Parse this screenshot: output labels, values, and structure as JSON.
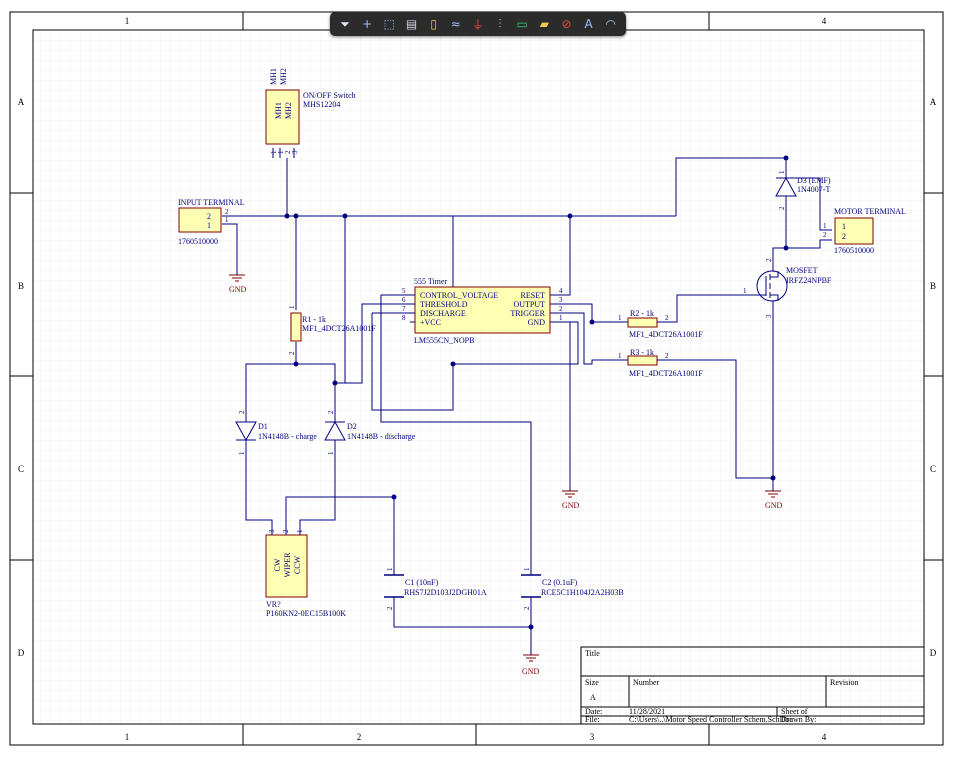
{
  "toolbar": {
    "tools": [
      {
        "name": "filter-icon",
        "glyph": "⏷"
      },
      {
        "name": "crosshair-icon",
        "glyph": "+"
      },
      {
        "name": "select-rect-icon",
        "glyph": "⬚"
      },
      {
        "name": "align-icon",
        "glyph": "▤"
      },
      {
        "name": "component-icon",
        "glyph": "▯"
      },
      {
        "name": "wire-icon",
        "glyph": "≈"
      },
      {
        "name": "power-port-icon",
        "glyph": "⏚"
      },
      {
        "name": "bus-icon",
        "glyph": "⫶"
      },
      {
        "name": "harness-icon",
        "glyph": "▭"
      },
      {
        "name": "port-icon",
        "glyph": "▰"
      },
      {
        "name": "no-erc-icon",
        "glyph": "⊘"
      },
      {
        "name": "text-icon",
        "glyph": "A"
      },
      {
        "name": "arc-icon",
        "glyph": "◠"
      }
    ]
  },
  "colors": {
    "border": "#000000",
    "grid": "#e9e9e9",
    "wire": "#000080",
    "part_fill": "#ffffb4",
    "part_stroke": "#800000",
    "text": "#000080",
    "power": "#800000",
    "junction": "#000080"
  },
  "zones": {
    "columns": [
      "1",
      "2",
      "3",
      "4"
    ],
    "rows": [
      "A",
      "B",
      "C",
      "D"
    ]
  },
  "components": {
    "switch": {
      "designators": [
        "MH1",
        "MH2"
      ],
      "top_labels": [
        "MH1",
        "MH2"
      ],
      "name": "ON/OFF Switch",
      "part": "MHS12204",
      "pins": [
        "1",
        "1",
        "2",
        "3"
      ]
    },
    "input_terminal": {
      "title": "INPUT TERMINAL",
      "part": "1760510000",
      "pins": [
        "2",
        "1"
      ],
      "pin_labels": [
        "2",
        "1"
      ]
    },
    "motor_terminal": {
      "title": "MOTOR TERMINAL",
      "part": "1760510000",
      "pins": [
        "1",
        "2"
      ],
      "pin_labels": [
        "1",
        "2"
      ]
    },
    "timer": {
      "title": "555 Timer",
      "part": "LM555CN_NOPB",
      "left_pins": [
        "CONTROL_VOLTAGE",
        "THRESHOLD",
        "DISCHARGE",
        "+VCC"
      ],
      "right_pins": [
        "RESET",
        "OUTPUT",
        "TRIGGER",
        "GND"
      ],
      "left_nums": [
        "5",
        "6",
        "7",
        "8"
      ],
      "right_nums": [
        "4",
        "3",
        "2",
        "1"
      ]
    },
    "r1": {
      "name": "R1 - 1k",
      "part": "MF1_4DCT26A1001F",
      "pins": [
        "1",
        "2"
      ]
    },
    "r2": {
      "name": "R2 - 1k",
      "part": "MF1_4DCT26A1001F",
      "pins": [
        "1",
        "2"
      ]
    },
    "r3": {
      "name": "R3 - 1k",
      "part": "MF1_4DCT26A1001F",
      "pins": [
        "1",
        "2"
      ]
    },
    "d1": {
      "name": "D1",
      "part": "1N4148B - charge",
      "pins": [
        "2",
        "1"
      ]
    },
    "d2": {
      "name": "D2",
      "part": "1N4148B - discharge",
      "pins": [
        "2",
        "1"
      ]
    },
    "d3": {
      "name": "D3 (EMF)",
      "part": "1N4007-T",
      "pins": [
        "1",
        "2"
      ]
    },
    "mosfet": {
      "name": "MOSFET",
      "part": "IRFZ24NPBF",
      "pins": [
        "1",
        "2",
        "3"
      ]
    },
    "c1": {
      "name": "C1 (10nF)",
      "part": "RHS7J2D103J2DGH01A",
      "pins": [
        "1",
        "2"
      ]
    },
    "c2": {
      "name": "C2 (0.1uF)",
      "part": "RCE5C1H104J2A2H03B",
      "pins": [
        "1",
        "2"
      ]
    },
    "vr": {
      "name": "VR?",
      "part": "P160KN2-0EC15B100K",
      "pin_labels": [
        "CW",
        "WIPER",
        "CCW"
      ],
      "pins": [
        "3",
        "2",
        "1"
      ]
    }
  },
  "power_labels": {
    "gnd": "GND"
  },
  "title_block": {
    "title_label": "Title",
    "size_label": "Size",
    "size_value": "A",
    "number_label": "Number",
    "revision_label": "Revision",
    "date_label": "Date:",
    "date_value": "11/28/2021",
    "sheet_label": "Sheet   of",
    "file_label": "File:",
    "file_value": "C:\\Users\\..\\Motor Speed Controller Schem.SchDoc",
    "drawn_label": "Drawn By:"
  }
}
